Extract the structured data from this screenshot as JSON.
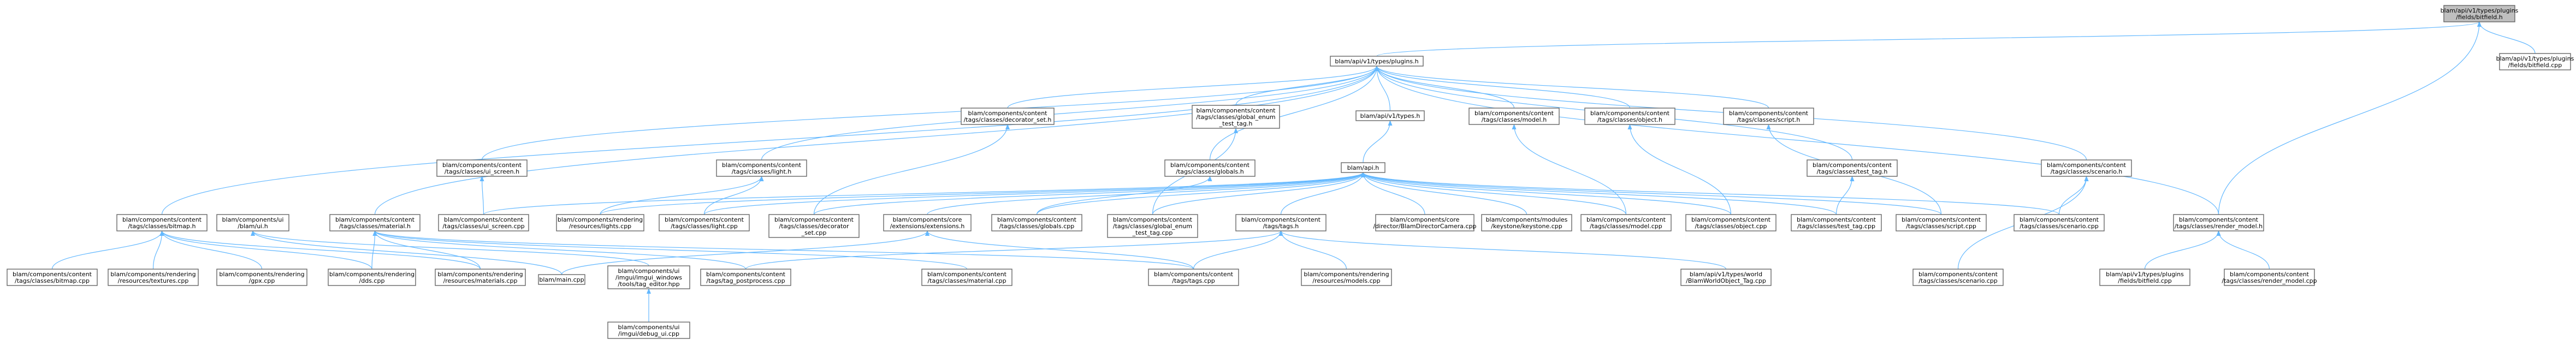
{
  "diagram": {
    "type": "include-dependency-graph",
    "nodes": [
      {
        "id": "root",
        "label": [
          "blam/api/v1/types/plugins",
          "/fields/bitfield.h"
        ],
        "highlight": true
      },
      {
        "id": "plugins_h",
        "label": [
          "blam/api/v1/types/plugins.h"
        ]
      },
      {
        "id": "bitfield_cpp_r",
        "label": [
          "blam/api/v1/types/plugins",
          "/fields/bitfield.cpp"
        ]
      },
      {
        "id": "decorator_set_h",
        "label": [
          "blam/components/content",
          "/tags/classes/decorator_set.h"
        ]
      },
      {
        "id": "global_enum_h",
        "label": [
          "blam/components/content",
          "/tags/classes/global_enum",
          "_test_tag.h"
        ]
      },
      {
        "id": "types_h",
        "label": [
          "blam/api/v1/types.h"
        ]
      },
      {
        "id": "model_h",
        "label": [
          "blam/components/content",
          "/tags/classes/model.h"
        ]
      },
      {
        "id": "object_h",
        "label": [
          "blam/components/content",
          "/tags/classes/object.h"
        ]
      },
      {
        "id": "script_h",
        "label": [
          "blam/components/content",
          "/tags/classes/script.h"
        ]
      },
      {
        "id": "ui_screen_h",
        "label": [
          "blam/components/content",
          "/tags/classes/ui_screen.h"
        ]
      },
      {
        "id": "light_h",
        "label": [
          "blam/components/content",
          "/tags/classes/light.h"
        ]
      },
      {
        "id": "globals_h",
        "label": [
          "blam/components/content",
          "/tags/classes/globals.h"
        ]
      },
      {
        "id": "api_h",
        "label": [
          "blam/api.h"
        ]
      },
      {
        "id": "test_tag_h",
        "label": [
          "blam/components/content",
          "/tags/classes/test_tag.h"
        ]
      },
      {
        "id": "scenario_h",
        "label": [
          "blam/components/content",
          "/tags/classes/scenario.h"
        ]
      },
      {
        "id": "bitmap_h",
        "label": [
          "blam/components/content",
          "/tags/classes/bitmap.h"
        ]
      },
      {
        "id": "ui_h",
        "label": [
          "blam/components/ui",
          "/blam/ui.h"
        ]
      },
      {
        "id": "material_h",
        "label": [
          "blam/components/content",
          "/tags/classes/material.h"
        ]
      },
      {
        "id": "ui_screen_cpp",
        "label": [
          "blam/components/content",
          "/tags/classes/ui_screen.cpp"
        ]
      },
      {
        "id": "lights_cpp",
        "label": [
          "blam/components/rendering",
          "/resources/lights.cpp"
        ]
      },
      {
        "id": "light_cpp",
        "label": [
          "blam/components/content",
          "/tags/classes/light.cpp"
        ]
      },
      {
        "id": "decorator_set_cpp",
        "label": [
          "blam/components/content",
          "/tags/classes/decorator",
          "_set.cpp"
        ]
      },
      {
        "id": "extensions_h",
        "label": [
          "blam/components/core",
          "/extensions/extensions.h"
        ],
        "highlight_text": true
      },
      {
        "id": "globals_cpp",
        "label": [
          "blam/components/content",
          "/tags/classes/globals.cpp"
        ]
      },
      {
        "id": "global_enum_cpp",
        "label": [
          "blam/components/content",
          "/tags/classes/global_enum",
          "_test_tag.cpp"
        ]
      },
      {
        "id": "tags_h",
        "label": [
          "blam/components/content",
          "/tags/tags.h"
        ],
        "highlight_text": true
      },
      {
        "id": "camera_cpp",
        "label": [
          "blam/components/core",
          "/director/BlamDirectorCamera.cpp"
        ]
      },
      {
        "id": "keystone_cpp",
        "label": [
          "blam/components/modules",
          "/keystone/keystone.cpp"
        ]
      },
      {
        "id": "model_cpp",
        "label": [
          "blam/components/content",
          "/tags/classes/model.cpp"
        ]
      },
      {
        "id": "object_cpp",
        "label": [
          "blam/components/content",
          "/tags/classes/object.cpp"
        ]
      },
      {
        "id": "test_tag_cpp",
        "label": [
          "blam/components/content",
          "/tags/classes/test_tag.cpp"
        ]
      },
      {
        "id": "script_cpp",
        "label": [
          "blam/components/content",
          "/tags/classes/script.cpp"
        ]
      },
      {
        "id": "scenario_cpp_mid",
        "label": [
          "blam/components/content",
          "/tags/classes/scenario.cpp"
        ]
      },
      {
        "id": "render_model_h",
        "label": [
          "blam/components/content",
          "/tags/classes/render_model.h"
        ]
      },
      {
        "id": "bitmap_cpp",
        "label": [
          "blam/components/content",
          "/tags/classes/bitmap.cpp"
        ]
      },
      {
        "id": "textures_cpp",
        "label": [
          "blam/components/rendering",
          "/resources/textures.cpp"
        ]
      },
      {
        "id": "gpx_cpp",
        "label": [
          "blam/components/rendering",
          "/gpx.cpp"
        ]
      },
      {
        "id": "dds_cpp",
        "label": [
          "blam/components/rendering",
          "/dds.cpp"
        ]
      },
      {
        "id": "materials_cpp",
        "label": [
          "blam/components/rendering",
          "/resources/materials.cpp"
        ]
      },
      {
        "id": "main_cpp",
        "label": [
          "blam/main.cpp"
        ]
      },
      {
        "id": "tag_editor_hpp",
        "label": [
          "blam/components/ui",
          "/imgui/imgui_windows",
          "/tools/tag_editor.hpp"
        ]
      },
      {
        "id": "postprocess_cpp",
        "label": [
          "blam/components/content",
          "/tags/tag_postprocess.cpp"
        ]
      },
      {
        "id": "material_cpp",
        "label": [
          "blam/components/content",
          "/tags/classes/material.cpp"
        ]
      },
      {
        "id": "tags_cpp",
        "label": [
          "blam/components/content",
          "/tags/tags.cpp"
        ]
      },
      {
        "id": "models_cpp",
        "label": [
          "blam/components/rendering",
          "/resources/models.cpp"
        ]
      },
      {
        "id": "halo_object_cpp",
        "label": [
          "blam/api/v1/types/world",
          "/BlamWorldObject_Tag.cpp"
        ]
      },
      {
        "id": "scenario_cpp",
        "label": [
          "blam/components/content",
          "/tags/classes/scenario.cpp"
        ]
      },
      {
        "id": "bitfield_cpp_b",
        "label": [
          "blam/api/v1/types/plugins",
          "/fields/bitfield.cpp"
        ]
      },
      {
        "id": "render_model_cpp",
        "label": [
          "blam/components/content",
          "/tags/classes/render_model.cpp"
        ]
      },
      {
        "id": "debug_ui_cpp",
        "label": [
          "blam/components/ui",
          "/imgui/debug_ui.cpp"
        ]
      }
    ],
    "edges": [
      [
        "plugins_h",
        "root"
      ],
      [
        "bitfield_cpp_r",
        "root"
      ],
      [
        "render_model_h",
        "root"
      ],
      [
        "decorator_set_h",
        "plugins_h"
      ],
      [
        "global_enum_h",
        "plugins_h"
      ],
      [
        "types_h",
        "plugins_h"
      ],
      [
        "model_h",
        "plugins_h"
      ],
      [
        "object_h",
        "plugins_h"
      ],
      [
        "script_h",
        "plugins_h"
      ],
      [
        "ui_screen_h",
        "plugins_h"
      ],
      [
        "light_h",
        "plugins_h"
      ],
      [
        "globals_h",
        "plugins_h"
      ],
      [
        "test_tag_h",
        "plugins_h"
      ],
      [
        "scenario_h",
        "plugins_h"
      ],
      [
        "bitmap_h",
        "plugins_h"
      ],
      [
        "material_h",
        "plugins_h"
      ],
      [
        "render_model_h",
        "plugins_h"
      ],
      [
        "api_h",
        "types_h"
      ],
      [
        "decorator_set_cpp",
        "decorator_set_h"
      ],
      [
        "global_enum_cpp",
        "global_enum_h"
      ],
      [
        "model_cpp",
        "model_h"
      ],
      [
        "object_cpp",
        "object_h"
      ],
      [
        "script_cpp",
        "script_h"
      ],
      [
        "ui_screen_cpp",
        "ui_screen_h"
      ],
      [
        "lights_cpp",
        "light_h"
      ],
      [
        "light_cpp",
        "light_h"
      ],
      [
        "globals_cpp",
        "globals_h"
      ],
      [
        "test_tag_cpp",
        "test_tag_h"
      ],
      [
        "scenario_cpp_mid",
        "scenario_h"
      ],
      [
        "ui_screen_cpp",
        "api_h"
      ],
      [
        "lights_cpp",
        "api_h"
      ],
      [
        "light_cpp",
        "api_h"
      ],
      [
        "decorator_set_cpp",
        "api_h"
      ],
      [
        "extensions_h",
        "api_h"
      ],
      [
        "globals_cpp",
        "api_h"
      ],
      [
        "global_enum_cpp",
        "api_h"
      ],
      [
        "tags_h",
        "api_h"
      ],
      [
        "camera_cpp",
        "api_h"
      ],
      [
        "keystone_cpp",
        "api_h"
      ],
      [
        "model_cpp",
        "api_h"
      ],
      [
        "object_cpp",
        "api_h"
      ],
      [
        "test_tag_cpp",
        "api_h"
      ],
      [
        "script_cpp",
        "api_h"
      ],
      [
        "scenario_cpp_mid",
        "api_h"
      ],
      [
        "bitmap_cpp",
        "bitmap_h"
      ],
      [
        "textures_cpp",
        "bitmap_h"
      ],
      [
        "gpx_cpp",
        "bitmap_h"
      ],
      [
        "dds_cpp",
        "bitmap_h"
      ],
      [
        "materials_cpp",
        "bitmap_h"
      ],
      [
        "main_cpp",
        "ui_h"
      ],
      [
        "tag_editor_hpp",
        "ui_h"
      ],
      [
        "dds_cpp",
        "material_h"
      ],
      [
        "materials_cpp",
        "material_h"
      ],
      [
        "postprocess_cpp",
        "material_h"
      ],
      [
        "material_cpp",
        "material_h"
      ],
      [
        "tags_cpp",
        "material_h"
      ],
      [
        "main_cpp",
        "extensions_h"
      ],
      [
        "tags_cpp",
        "extensions_h"
      ],
      [
        "postprocess_cpp",
        "tags_h"
      ],
      [
        "tags_cpp",
        "tags_h"
      ],
      [
        "models_cpp",
        "tags_h"
      ],
      [
        "halo_object_cpp",
        "tags_h"
      ],
      [
        "scenario_cpp",
        "scenario_h"
      ],
      [
        "render_model_cpp",
        "render_model_h"
      ],
      [
        "bitfield_cpp_b",
        "render_model_h"
      ],
      [
        "debug_ui_cpp",
        "tag_editor_hpp"
      ]
    ]
  }
}
